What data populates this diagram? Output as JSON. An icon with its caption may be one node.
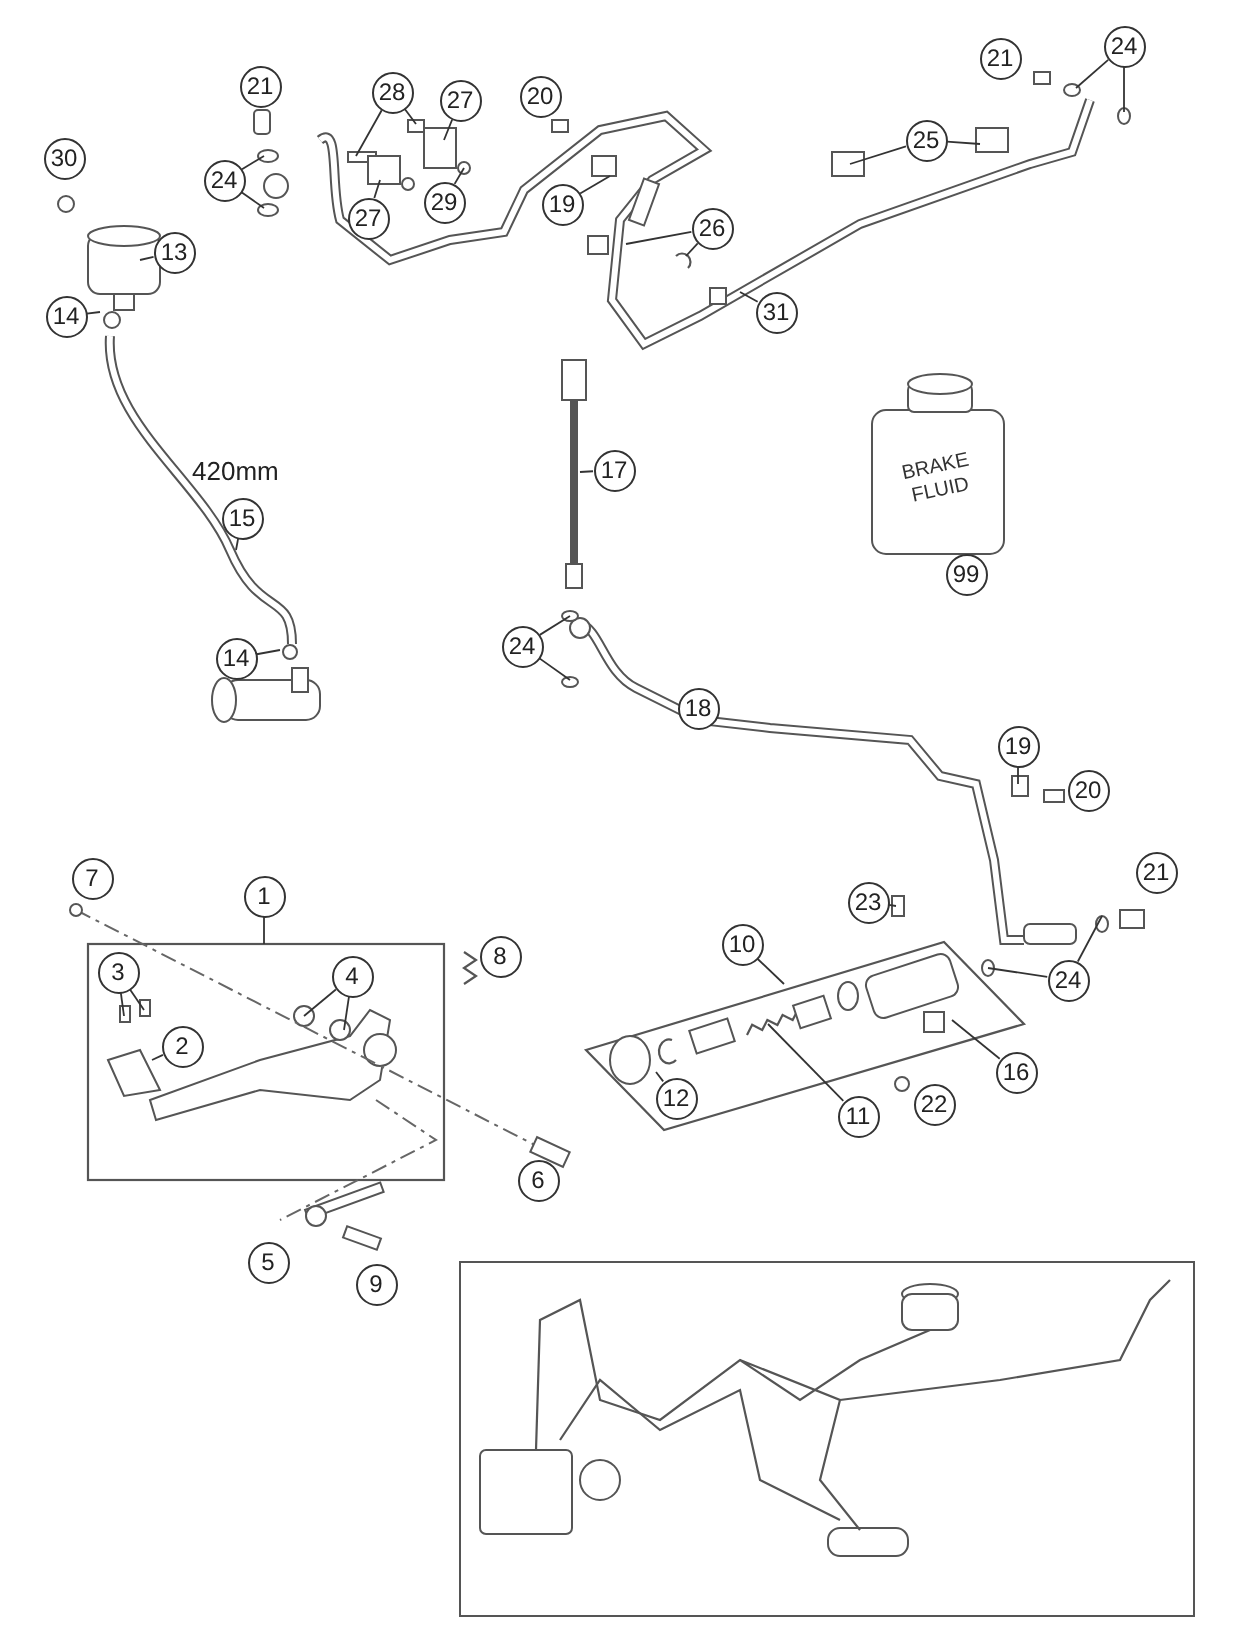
{
  "diagram": {
    "nodes": [
      {
        "text": [
          "30"
        ]
      },
      {
        "text": [
          "21"
        ]
      },
      {
        "text": [
          "28"
        ]
      },
      {
        "text": [
          "27"
        ]
      },
      {
        "text": [
          "20"
        ]
      },
      {
        "text": [
          "21"
        ]
      },
      {
        "text": [
          "24"
        ]
      },
      {
        "text": [
          "24"
        ]
      },
      {
        "text": [
          "25"
        ]
      },
      {
        "text": [
          "19"
        ]
      },
      {
        "text": [
          "29"
        ]
      },
      {
        "text": [
          "27"
        ]
      },
      {
        "text": [
          "26"
        ]
      },
      {
        "text": [
          "13"
        ]
      },
      {
        "text": [
          "31"
        ]
      },
      {
        "text": [
          "14"
        ]
      },
      {
        "text": [
          "17"
        ]
      },
      {
        "text": [
          "15"
        ]
      },
      {
        "text": [
          "99"
        ]
      },
      {
        "text": [
          "14"
        ]
      },
      {
        "text": [
          "24"
        ]
      },
      {
        "text": [
          "18"
        ]
      },
      {
        "text": [
          "19"
        ]
      },
      {
        "text": [
          "20"
        ]
      },
      {
        "text": [
          "7"
        ]
      },
      {
        "text": [
          "21"
        ]
      },
      {
        "text": [
          "1"
        ]
      },
      {
        "text": [
          "23"
        ]
      },
      {
        "text": [
          "10"
        ]
      },
      {
        "text": [
          "8"
        ]
      },
      {
        "text": [
          "3"
        ]
      },
      {
        "text": [
          "4"
        ]
      },
      {
        "text": [
          "24"
        ]
      },
      {
        "text": [
          "2"
        ]
      },
      {
        "text": [
          "16"
        ]
      },
      {
        "text": [
          "12"
        ]
      },
      {
        "text": [
          "22"
        ]
      },
      {
        "text": [
          "11"
        ]
      },
      {
        "text": [
          "6"
        ]
      },
      {
        "text": [
          "5"
        ]
      },
      {
        "text": [
          "9"
        ]
      }
    ],
    "edges": [
      {
        "from": 2,
        "to": null,
        "arrow": "none"
      },
      {
        "from": 2,
        "to": null,
        "arrow": "none"
      },
      {
        "from": 3,
        "to": null,
        "arrow": "none"
      },
      {
        "from": 6,
        "to": null,
        "arrow": "none"
      },
      {
        "from": 6,
        "to": null,
        "arrow": "none"
      },
      {
        "from": 7,
        "to": null,
        "arrow": "none"
      },
      {
        "from": 7,
        "to": null,
        "arrow": "none"
      },
      {
        "from": 8,
        "to": null,
        "arrow": "none"
      },
      {
        "from": 8,
        "to": null,
        "arrow": "none"
      },
      {
        "from": 9,
        "to": null,
        "arrow": "none"
      },
      {
        "from": 10,
        "to": null,
        "arrow": "none"
      },
      {
        "from": 11,
        "to": null,
        "arrow": "none"
      },
      {
        "from": 12,
        "to": null,
        "arrow": "none"
      },
      {
        "from": 12,
        "to": null,
        "arrow": "none"
      },
      {
        "from": 13,
        "to": null,
        "arrow": "none"
      },
      {
        "from": 14,
        "to": null,
        "arrow": "none"
      },
      {
        "from": 15,
        "to": null,
        "arrow": "none"
      },
      {
        "from": 16,
        "to": null,
        "arrow": "none"
      },
      {
        "from": 17,
        "to": null,
        "arrow": "none"
      },
      {
        "from": 19,
        "to": null,
        "arrow": "none"
      },
      {
        "from": 20,
        "to": null,
        "arrow": "none"
      },
      {
        "from": 20,
        "to": null,
        "arrow": "none"
      },
      {
        "from": 22,
        "to": null,
        "arrow": "none"
      },
      {
        "from": 26,
        "to": null,
        "arrow": "none"
      },
      {
        "from": 27,
        "to": null,
        "arrow": "none"
      },
      {
        "from": 28,
        "to": null,
        "arrow": "none"
      },
      {
        "from": 30,
        "to": null,
        "arrow": "none"
      },
      {
        "from": 30,
        "to": null,
        "arrow": "none"
      },
      {
        "from": 31,
        "to": null,
        "arrow": "none"
      },
      {
        "from": 31,
        "to": null,
        "arrow": "none"
      },
      {
        "from": 32,
        "to": null,
        "arrow": "none"
      },
      {
        "from": 32,
        "to": null,
        "arrow": "none"
      },
      {
        "from": 33,
        "to": null,
        "arrow": "none"
      },
      {
        "from": 34,
        "to": null,
        "arrow": "none"
      },
      {
        "from": 35,
        "to": null,
        "arrow": "none"
      },
      {
        "from": 37,
        "to": null,
        "arrow": "none"
      }
    ],
    "labels": [
      "420mm",
      "BRAKE FLUID"
    ]
  }
}
